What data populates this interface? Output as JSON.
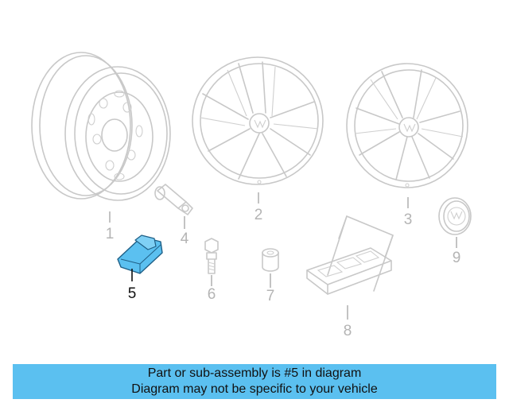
{
  "callouts": [
    {
      "id": "1",
      "text": "1",
      "active": false
    },
    {
      "id": "2",
      "text": "2",
      "active": false
    },
    {
      "id": "3",
      "text": "3",
      "active": false
    },
    {
      "id": "4",
      "text": "4",
      "active": false
    },
    {
      "id": "5",
      "text": "5",
      "active": true
    },
    {
      "id": "6",
      "text": "6",
      "active": false
    },
    {
      "id": "7",
      "text": "7",
      "active": false
    },
    {
      "id": "8",
      "text": "8",
      "active": false
    },
    {
      "id": "9",
      "text": "9",
      "active": false
    }
  ],
  "colors": {
    "highlight_part": "#5bc0f0",
    "banner_bg": "#5bc0f0",
    "inactive_line": "#c8c8c8"
  },
  "banner": {
    "line1": "Part or sub-assembly is #5 in diagram",
    "line2": "Diagram may not be specific to your vehicle"
  }
}
